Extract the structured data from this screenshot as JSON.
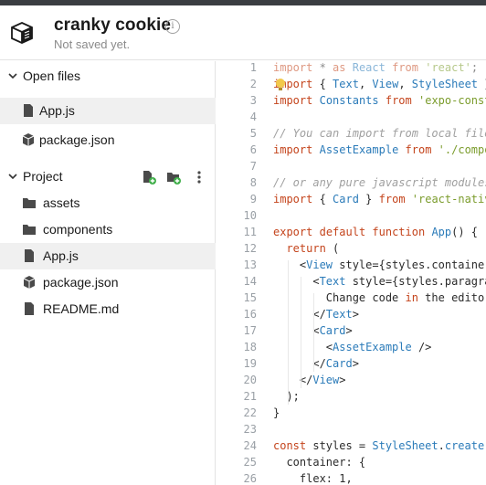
{
  "app": {
    "title": "cranky cookie",
    "subtitle": "Not saved yet."
  },
  "sidebar": {
    "open_files_label": "Open files",
    "open_files": [
      {
        "name": "App.js",
        "icon": "file-icon",
        "active": true
      },
      {
        "name": "package.json",
        "icon": "package-icon",
        "active": false
      }
    ],
    "project_label": "Project",
    "project_files": [
      {
        "name": "assets",
        "icon": "folder-icon",
        "active": false
      },
      {
        "name": "components",
        "icon": "folder-icon",
        "active": false
      },
      {
        "name": "App.js",
        "icon": "file-icon",
        "active": true
      },
      {
        "name": "package.json",
        "icon": "package-icon",
        "active": false
      },
      {
        "name": "README.md",
        "icon": "file-icon",
        "active": false
      }
    ]
  },
  "editor": {
    "line_numbers": [
      "1",
      "2",
      "3",
      "4",
      "5",
      "6",
      "7",
      "8",
      "9",
      "10",
      "11",
      "12",
      "13",
      "14",
      "15",
      "16",
      "17",
      "18",
      "19",
      "20",
      "21",
      "22",
      "23",
      "24",
      "25",
      "26"
    ],
    "lines": [
      "import * as React from 'react';",
      "import { Text, View, StyleSheet } from 'react-native';",
      "import Constants from 'expo-constants';",
      "",
      "// You can import from local files",
      "import AssetExample from './components/AssetExample';",
      "",
      "// or any pure javascript modules available in npm",
      "import { Card } from 'react-native-paper';",
      "",
      "export default function App() {",
      "  return (",
      "    <View style={styles.container}>",
      "      <Text style={styles.paragraph}>",
      "        Change code in the editor",
      "      </Text>",
      "      <Card>",
      "        <AssetExample />",
      "      </Card>",
      "    </View>",
      "  );",
      "}",
      "",
      "const styles = StyleSheet.create({",
      "  container: {",
      "    flex: 1,"
    ]
  },
  "colors": {
    "keyword": "#d2691e",
    "identifier": "#2b7bb9",
    "string": "#7b9c2c",
    "comment": "#a0a0a0",
    "active_row": "#f0f0f0"
  }
}
